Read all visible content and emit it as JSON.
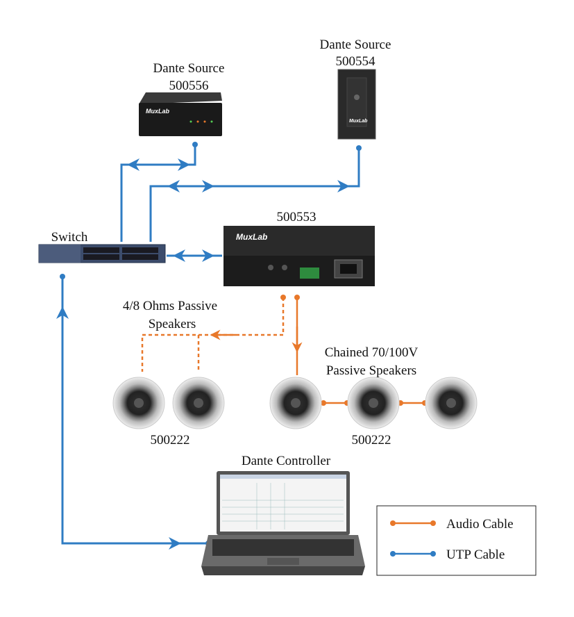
{
  "colors": {
    "utp": "#2f7cc3",
    "audio": "#e8782a"
  },
  "devices": {
    "source_500556": {
      "title": "Dante Source",
      "model": "500556",
      "brand": "MuxLab"
    },
    "source_500554": {
      "title": "Dante Source",
      "model": "500554",
      "brand": "MuxLab"
    },
    "amplifier": {
      "model": "500553",
      "brand": "MuxLab"
    },
    "switch": {
      "label": "Switch"
    },
    "passive_group": {
      "label_line1": "4/8 Ohms Passive",
      "label_line2": "Speakers",
      "model": "500222"
    },
    "chained_group": {
      "label_line1": "Chained 70/100V",
      "label_line2": "Passive Speakers",
      "model": "500222"
    },
    "controller": {
      "label": "Dante Controller"
    }
  },
  "legend": {
    "items": [
      {
        "label": "Audio Cable",
        "color": "#e8782a"
      },
      {
        "label": "UTP Cable",
        "color": "#2f7cc3"
      }
    ]
  }
}
